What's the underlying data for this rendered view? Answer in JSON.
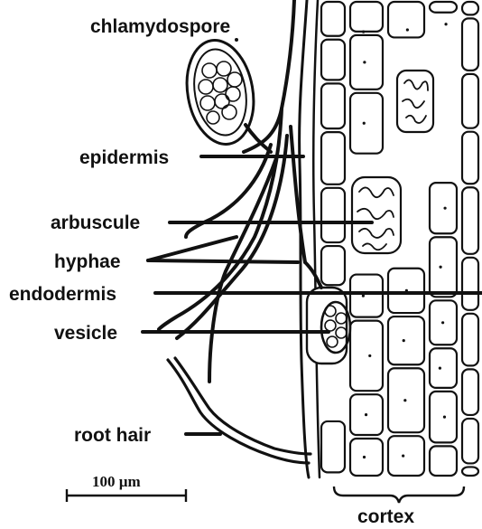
{
  "labels": {
    "chlamydospore": "chlamydospore",
    "epidermis": "epidermis",
    "arbuscule": "arbuscule",
    "hyphae": "hyphae",
    "endodermis": "endodermis",
    "vesicle": "vesicle",
    "root_hair": "root hair",
    "cortex": "cortex"
  },
  "scale_bar": {
    "label": "100 µm"
  },
  "colors": {
    "ink": "#111111",
    "cell_fill": "#ffffff",
    "background": "#ffffff"
  }
}
